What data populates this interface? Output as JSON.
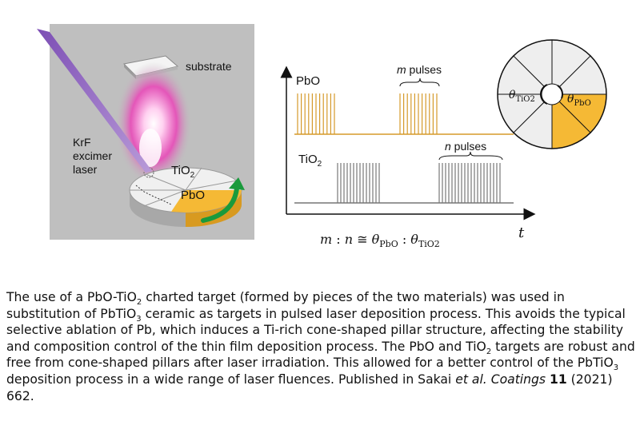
{
  "diagram": {
    "left_panel": {
      "substrate_label": "substrate",
      "laser_label": [
        "KrF",
        "excimer",
        "laser"
      ],
      "tio2_label": "TiO",
      "tio2_sub": "2",
      "pbo_label": "PbO"
    },
    "pulse_chart": {
      "pbo_label": "PbO",
      "tio2_label": "TiO",
      "tio2_sub": "2",
      "m_symbol": "m",
      "m_text": " pulses",
      "n_symbol": "n",
      "n_text": " pulses",
      "t_label": "t",
      "pbo_pulse_groups": [
        {
          "start": 0,
          "count": 11
        },
        {
          "start": 1,
          "count": 11
        }
      ],
      "tio2_pulse_groups": [
        {
          "start": 0,
          "count": 14
        },
        {
          "start": 1,
          "count": 20
        }
      ],
      "equation": {
        "m": "m",
        "colon": " : ",
        "n": "n",
        "approx": " ≅ ",
        "theta": "θ",
        "sub_pbo": "PbO",
        "sep": " : ",
        "sub_tio2": "TiO2"
      }
    },
    "target_wheel": {
      "segments": 8,
      "pbo_segments": 2,
      "theta_tio2": "θ",
      "theta_tio2_sub": "TiO2",
      "theta_pbo": "θ",
      "theta_pbo_sub": "PbO"
    },
    "colors": {
      "pbo": "#f5b935",
      "pbo_line": "#d59a2a",
      "tio2_line": "#777777",
      "wheel_light": "#eeeeee",
      "background_panel": "#bfbfbf",
      "laser": "#8a5fc0",
      "plume": "#e040b0",
      "arrow": "#1a9a3c"
    }
  },
  "caption": {
    "p1": "The use of a PbO-TiO",
    "s1": "2",
    "p2": " charted target (formed by pieces of the two materials) was used in substitution of PbTiO",
    "s2": "3",
    "p3": " ceramic as targets in pulsed laser deposition process. This avoids the typical selective ablation of Pb, which induces a Ti-rich cone-shaped pillar structure, affecting the stability and composition control of the thin film deposition process. The PbO and TiO",
    "s3": "2",
    "p4": " targets are robust and free from cone-shaped pillars after laser irradiation. This allowed for a better control of the PbTiO",
    "s4": "3",
    "p5": " deposition process in a wide range of laser fluences. Published in Sakai ",
    "italic": "et al.",
    "p6": " Coatings ",
    "bold": "11",
    "p7": " (2021) 662."
  }
}
